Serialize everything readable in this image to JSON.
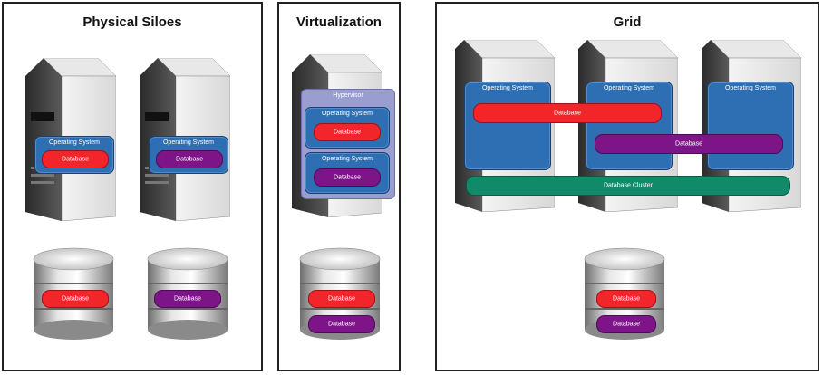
{
  "panels": {
    "physical": {
      "title": "Physical Siloes"
    },
    "virtualization": {
      "title": "Virtualization"
    },
    "grid": {
      "title": "Grid"
    }
  },
  "labels": {
    "operating_system": "Operating System",
    "database": "Database",
    "hypervisor": "Hypervisor",
    "database_cluster": "Database Cluster"
  },
  "colors": {
    "os_blue": "#2e6fb4",
    "db_red": "#f2262a",
    "db_purple": "#7d1589",
    "cluster_green": "#118a6a",
    "hypervisor_lavender": "#9a9dd0"
  }
}
